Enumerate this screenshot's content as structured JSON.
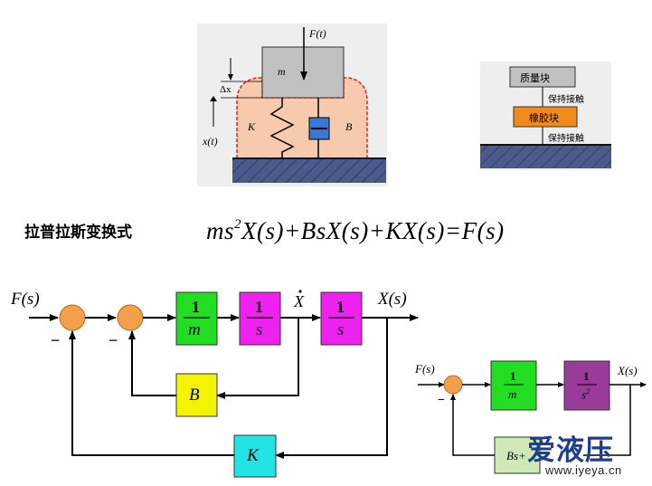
{
  "mechanical_model": {
    "force_label": "F(t)",
    "mass_label": "m",
    "delta_x_label": "Δx",
    "displacement_label": "x(t)",
    "spring_label": "K",
    "damper_label": "B"
  },
  "contact_diagram": {
    "mass_block": "质量块",
    "contact_upper": "保持接触",
    "rubber_block": "橡胶块",
    "contact_lower": "保持接触"
  },
  "laplace": {
    "heading": "拉普拉斯变换式",
    "eq_m": "ms",
    "eq_sq": "2",
    "eq_rest": "X(s)+BsX(s)+KX(s)=F(s)"
  },
  "block_diagram_main": {
    "input": "F(s)",
    "output": "X(s)",
    "xdot": "X",
    "block1_num": "1",
    "block1_den": "m",
    "block2_num": "1",
    "block2_den": "s",
    "block3_num": "1",
    "block3_den": "s",
    "feedback_inner": "B",
    "feedback_outer": "K",
    "sign1": "−",
    "sign2": "−"
  },
  "block_diagram_simplified": {
    "input": "F(s)",
    "output": "X(s)",
    "block1_num": "1",
    "block1_den": "m",
    "block2_num": "1",
    "block2_den_base": "s",
    "block2_den_exp": "2",
    "feedback_label": "Bs+",
    "sign": "−"
  },
  "watermark": {
    "brand": "爱液压",
    "url": "www.iyeya.cn"
  },
  "colors": {
    "ground": "#4a5a8a",
    "summing": "#f4a04a",
    "green": "#22dd22",
    "magenta": "#ee22ee",
    "yellow": "#f4f400",
    "cyan": "#22e4e4",
    "purple": "#9a3b9a",
    "rubber": "#f7c9ad",
    "orange_block": "#f08a18"
  }
}
